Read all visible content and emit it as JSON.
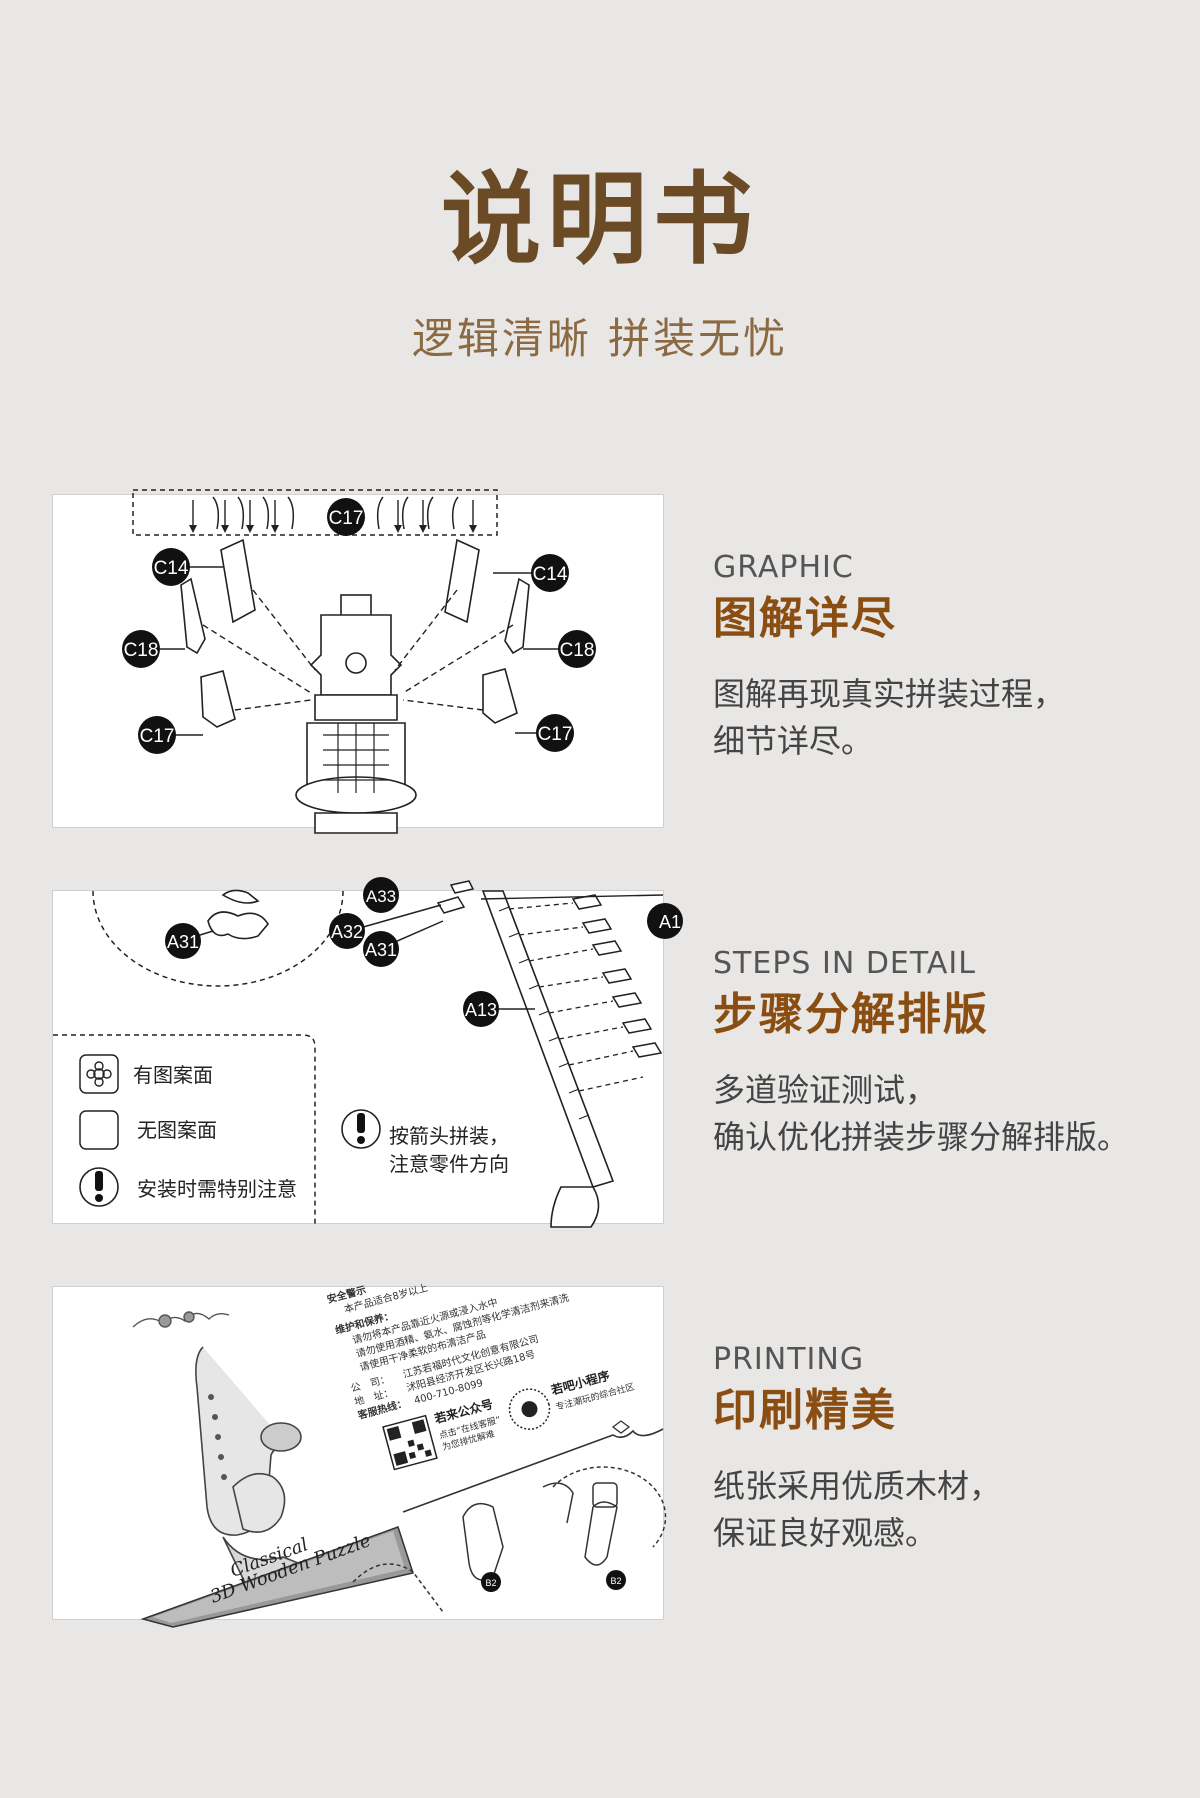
{
  "header": {
    "title": "说明书",
    "subtitle": "逻辑清晰 拼装无忧"
  },
  "features": [
    {
      "en": "GRAPHIC",
      "zh": "图解详尽",
      "desc": [
        "图解再现真实拼装过程，",
        "细节详尽。"
      ],
      "labels": [
        "C14",
        "C14",
        "C18",
        "C18",
        "C17",
        "C17",
        "C17"
      ]
    },
    {
      "en": "STEPS IN DETAIL",
      "zh": "步骤分解排版",
      "desc": [
        "多道验证测试，",
        "确认优化拼装步骤分解排版。"
      ],
      "labels": [
        "A31",
        "A32",
        "A31",
        "A33",
        "A13",
        "A1"
      ],
      "legend": {
        "item1": "有图案面",
        "item2": "无图案面",
        "item3": "安装时需特别注意",
        "note_line1": "按箭头拼装，",
        "note_line2": "注意零件方向"
      }
    },
    {
      "en": "PRINTING",
      "zh": "印刷精美",
      "desc": [
        "纸张采用优质木材，",
        "保证良好观感。"
      ],
      "banner_line1": "Classical",
      "banner_line2": "3D Wooden Puzzle",
      "print_text": {
        "safety": "安全警示",
        "safety_line": "本产品适合8岁以上",
        "care": "维护和保养：",
        "care1": "请勿将本产品靠近火源或浸入水中",
        "care2": "请勿使用酒精、氨水、腐蚀剂等化学清洁剂来清洗",
        "care3": "请使用干净柔软的布清洁产品",
        "company_label": "公　司：",
        "company": "江苏若福时代文化创意有限公司",
        "address_label": "地　址：",
        "address": "沭阳县经济开发区长兴路18号",
        "hotline_label": "客服热线：",
        "hotline": "400-710-8099",
        "wechat": "若来公众号",
        "wechat_sub1": "点击“在线客服”",
        "wechat_sub2": "为您排忧解难",
        "mini": "若吧小程序",
        "mini_sub": "专注潮玩的综合社区",
        "part_tag": "B2"
      }
    }
  ]
}
